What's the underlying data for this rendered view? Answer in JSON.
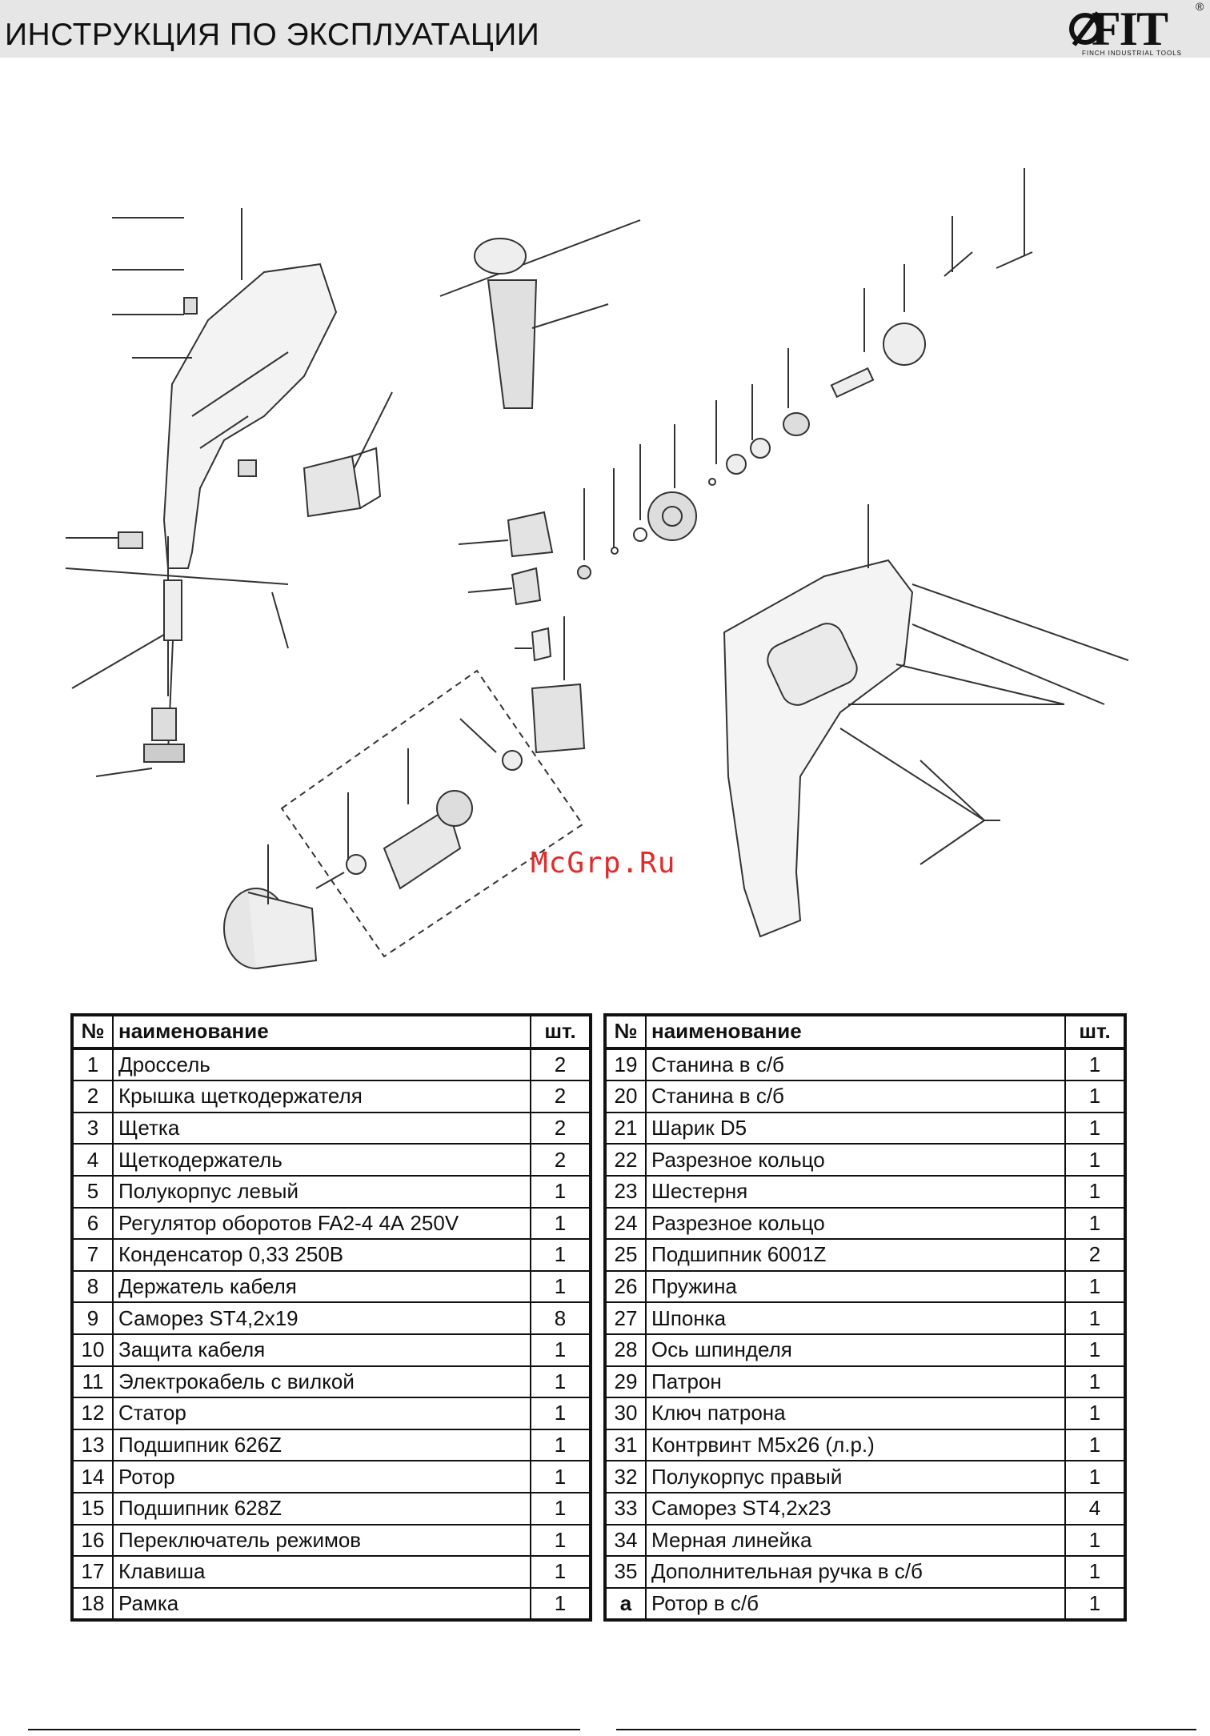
{
  "header": {
    "title": "ИНСТРУКЦИЯ ПО ЭКСПЛУАТАЦИИ",
    "logo": {
      "brand": "FIT",
      "tagline": "FINCH INDUSTRIAL TOOLS",
      "reg": "®"
    }
  },
  "watermark": "McGrp.Ru",
  "parts_table": {
    "headers": {
      "num": "№",
      "name": "наименование",
      "qty": "шт."
    },
    "left": [
      {
        "num": "1",
        "name": "Дроссель",
        "qty": "2"
      },
      {
        "num": "2",
        "name": "Крышка щеткодержателя",
        "qty": "2"
      },
      {
        "num": "3",
        "name": "Щетка",
        "qty": "2"
      },
      {
        "num": "4",
        "name": "Щеткодержатель",
        "qty": "2"
      },
      {
        "num": "5",
        "name": "Полукорпус левый",
        "qty": "1"
      },
      {
        "num": "6",
        "name": "Регулятор оборотов FA2-4 4А 250V",
        "qty": "1"
      },
      {
        "num": "7",
        "name": "Конденсатор 0,33 250В",
        "qty": "1"
      },
      {
        "num": "8",
        "name": "Держатель кабеля",
        "qty": "1"
      },
      {
        "num": "9",
        "name": "Саморез ST4,2x19",
        "qty": "8"
      },
      {
        "num": "10",
        "name": "Защита кабеля",
        "qty": "1"
      },
      {
        "num": "11",
        "name": "Электрокабель с вилкой",
        "qty": "1"
      },
      {
        "num": "12",
        "name": "Статор",
        "qty": "1"
      },
      {
        "num": "13",
        "name": "Подшипник 626Z",
        "qty": "1"
      },
      {
        "num": "14",
        "name": "Ротор",
        "qty": "1"
      },
      {
        "num": "15",
        "name": "Подшипник 628Z",
        "qty": "1"
      },
      {
        "num": "16",
        "name": "Переключатель режимов",
        "qty": "1"
      },
      {
        "num": "17",
        "name": "Клавиша",
        "qty": "1"
      },
      {
        "num": "18",
        "name": "Рамка",
        "qty": "1"
      }
    ],
    "right": [
      {
        "num": "19",
        "name": "Станина в с/б",
        "qty": "1"
      },
      {
        "num": "20",
        "name": "Станина в с/б",
        "qty": "1"
      },
      {
        "num": "21",
        "name": "Шарик D5",
        "qty": "1"
      },
      {
        "num": "22",
        "name": "Разрезное кольцо",
        "qty": "1"
      },
      {
        "num": "23",
        "name": "Шестерня",
        "qty": "1"
      },
      {
        "num": "24",
        "name": "Разрезное кольцо",
        "qty": "1"
      },
      {
        "num": "25",
        "name": "Подшипник 6001Z",
        "qty": "2"
      },
      {
        "num": "26",
        "name": "Пружина",
        "qty": "1"
      },
      {
        "num": "27",
        "name": "Шпонка",
        "qty": "1"
      },
      {
        "num": "28",
        "name": "Ось шпинделя",
        "qty": "1"
      },
      {
        "num": "29",
        "name": "Патрон",
        "qty": "1"
      },
      {
        "num": "30",
        "name": "Ключ патрона",
        "qty": "1"
      },
      {
        "num": "31",
        "name": "Контрвинт М5х26 (л.р.)",
        "qty": "1"
      },
      {
        "num": "32",
        "name": "Полукорпус правый",
        "qty": "1"
      },
      {
        "num": "33",
        "name": "Саморез ST4,2x23",
        "qty": "4"
      },
      {
        "num": "34",
        "name": "Мерная линейка",
        "qty": "1"
      },
      {
        "num": "35",
        "name": "Дополнительная ручка в с/б",
        "qty": "1"
      },
      {
        "num": "а",
        "name": "Ротор в с/б",
        "qty": "1"
      }
    ]
  }
}
